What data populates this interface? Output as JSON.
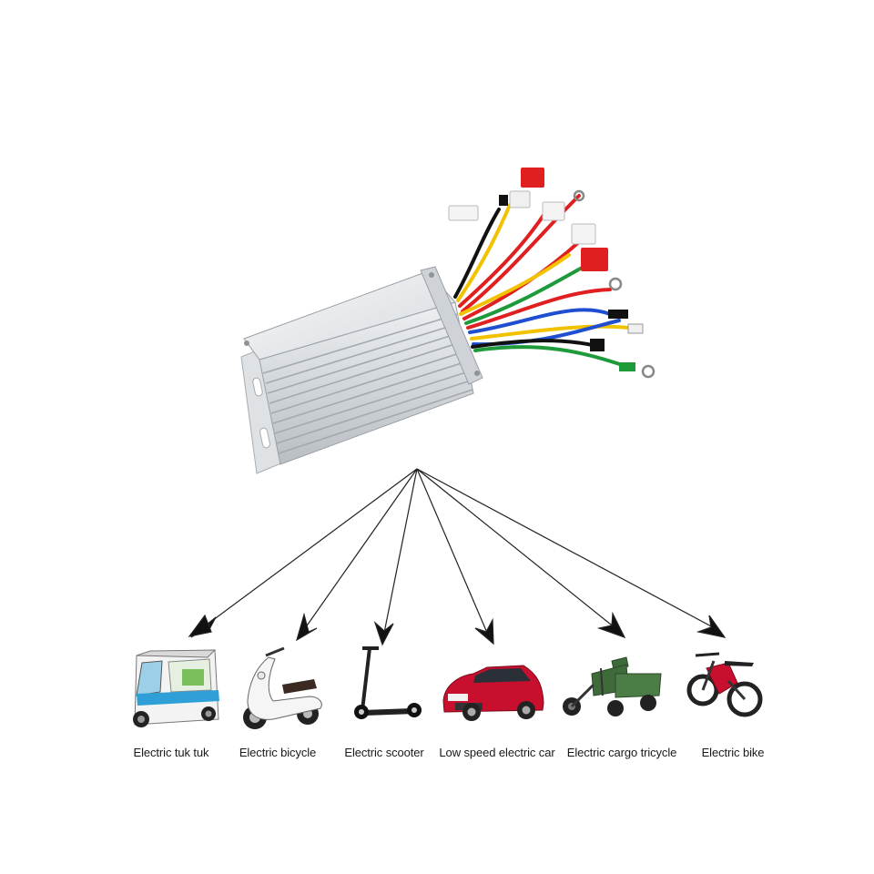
{
  "controller": {
    "icon": "motor-controller-icon",
    "body_color": "#d9dde0",
    "wire_colors": [
      "#e02020",
      "#f2c200",
      "#1f4fd0",
      "#1e9a3a",
      "#111111",
      "#ffffff"
    ]
  },
  "vehicles": [
    {
      "label": "Electric tuk tuk",
      "icon": "tuk-tuk-icon",
      "accent": "#2f9fd8"
    },
    {
      "label": "Electric bicycle",
      "icon": "scooter-moped-icon",
      "accent": "#f2f2f2"
    },
    {
      "label": "Electric scooter",
      "icon": "kick-scooter-icon",
      "accent": "#222222"
    },
    {
      "label": "Low speed electric car",
      "icon": "small-car-icon",
      "accent": "#c8102e"
    },
    {
      "label": "Electric cargo tricycle",
      "icon": "cargo-tricycle-icon",
      "accent": "#3f6b3a"
    },
    {
      "label": "Electric bike",
      "icon": "electric-motorbike-icon",
      "accent": "#c8102e"
    }
  ]
}
